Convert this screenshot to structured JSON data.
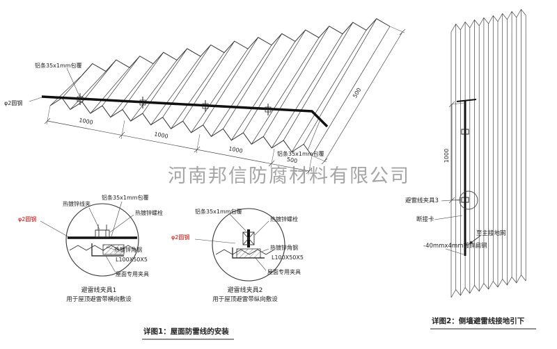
{
  "watermark": "河南邦信防腐材料有限公司",
  "shared": {
    "alu_strip": "铝条35x1mm包覆",
    "round_steel": "φ2圆钢",
    "wire_clip": "热镀锌线夹",
    "bolt": "热镀锌螺栓",
    "angle_steel": "热镀锌角钢",
    "angle_spec": "L100X50X5",
    "roof_clamp": "屋面专用夹具"
  },
  "roof": {
    "dims": [
      "1000",
      "1000",
      "1000",
      "500"
    ],
    "width_dim": "500"
  },
  "clamp1": {
    "title": "避雷线夹具1",
    "subtitle": "用于屋顶避雷带横向敷设"
  },
  "clamp2": {
    "title": "避雷线夹具2",
    "subtitle": "用于屋顶避雷带纵向敷设"
  },
  "wall": {
    "dim": "1000",
    "clamp3": "避雷线夹具3",
    "disconnect": "断接卡",
    "to_ground": "至主接地网",
    "flat_steel": "-40mmx4mm镀锌扁钢"
  },
  "captions": {
    "detail1": "详图1：屋面防雷线的安装",
    "detail2": "详图2：侧墙避雷线接地引下"
  }
}
